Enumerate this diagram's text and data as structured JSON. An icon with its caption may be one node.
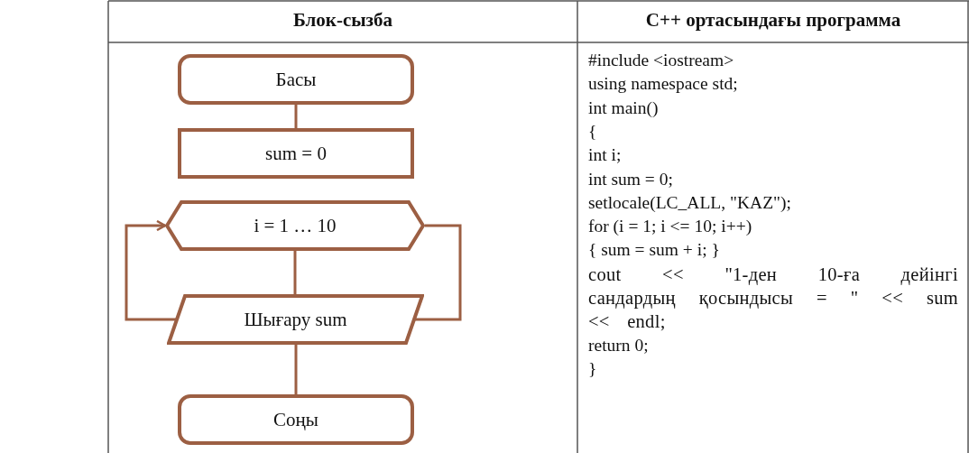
{
  "diagram": {
    "nodes": [
      {
        "text": [
          "Басы"
        ]
      },
      {
        "text": [
          "sum = 0"
        ]
      },
      {
        "text": [
          "i = 1 … 10"
        ]
      },
      {
        "text": [
          "Шығару sum"
        ]
      },
      {
        "text": [
          "Соңы"
        ]
      }
    ],
    "edges": [
      {
        "from": 0,
        "to": 1,
        "arrow": "none"
      },
      {
        "from": 2,
        "to": 3,
        "arrow": "none"
      },
      {
        "from": 3,
        "to": 4,
        "arrow": "none"
      },
      {
        "from": 3,
        "to": 2,
        "arrow": "to"
      },
      {
        "from": 2,
        "to": 3,
        "arrow": "none"
      }
    ],
    "labels": [
      "Блок-сызба",
      "C++ ортасындағы программа",
      "#include <iostream>",
      "using namespace std;",
      "int main()",
      "{",
      "int i;",
      "int sum = 0;",
      "setlocale(LC_ALL, \"KAZ\");",
      "for (i = 1; i <= 10; i++)",
      "{ sum = sum + i; }",
      "cout << \"1-ден 10-ға дейінгі сандардың қосындысы = \" << sum << endl;",
      "return 0;",
      "}"
    ]
  }
}
